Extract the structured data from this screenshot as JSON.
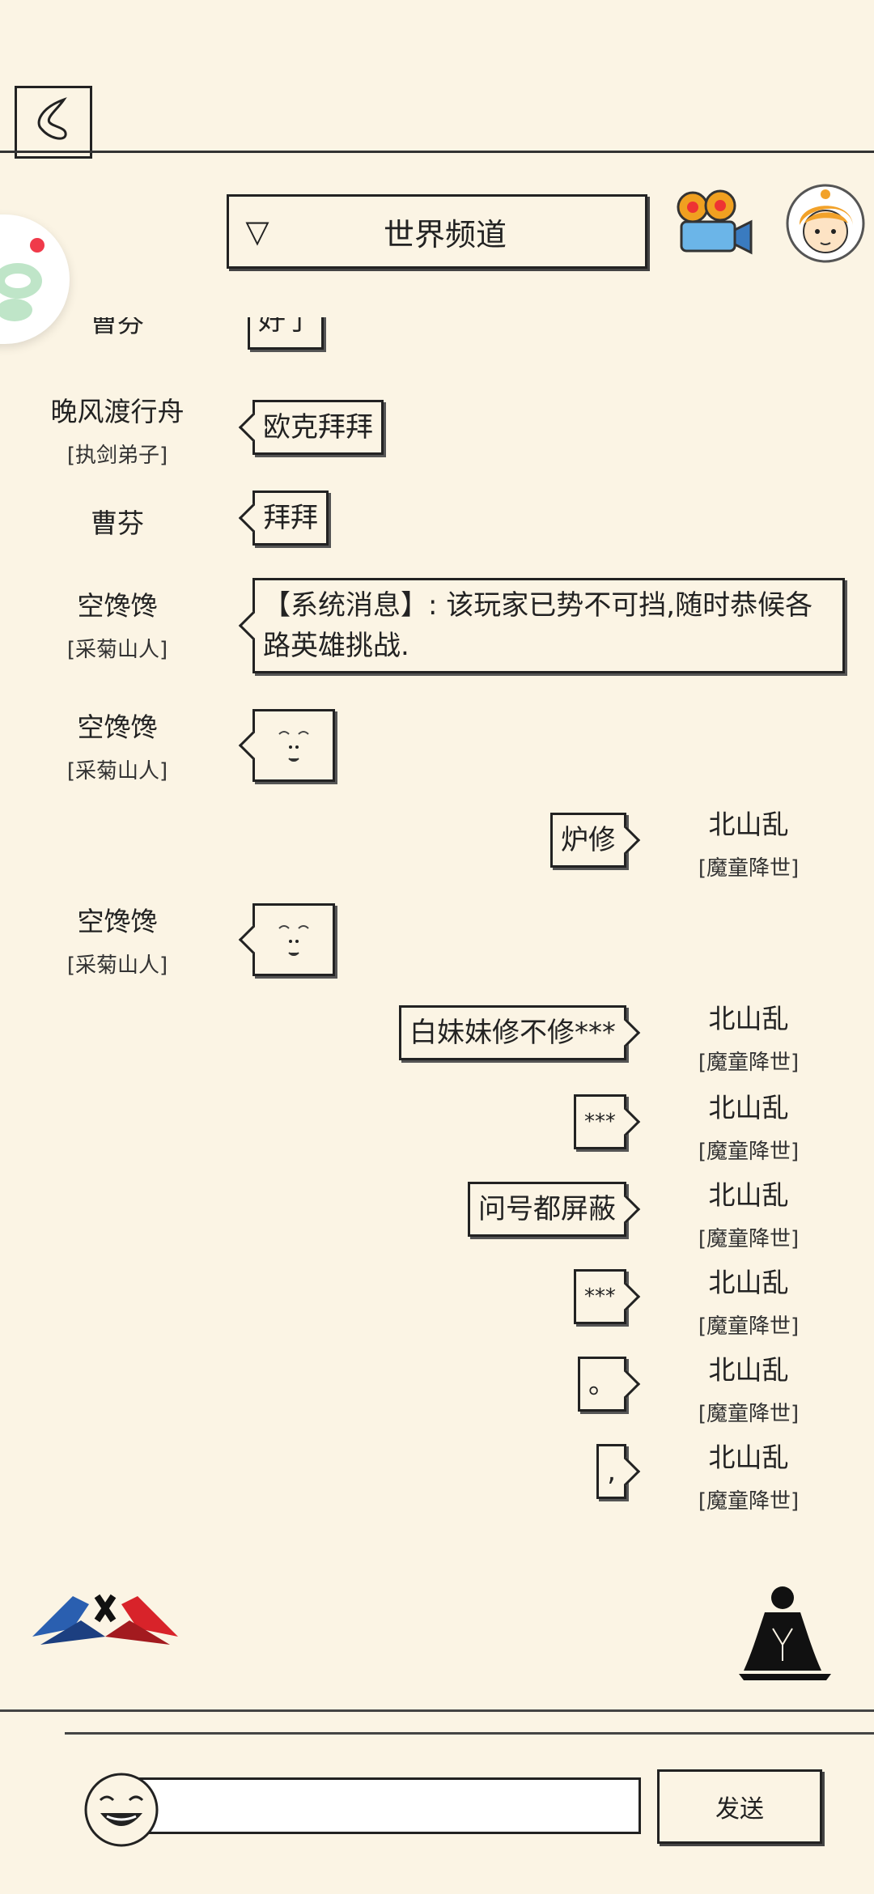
{
  "header": {
    "channel_title": "世界频道",
    "dropdown_glyph": "▽"
  },
  "messages": [
    {
      "side": "left",
      "name": "曹芬",
      "rank": "",
      "text": "好了",
      "partial": true
    },
    {
      "side": "left",
      "name": "晚风渡行舟",
      "rank": "[执剑弟子]",
      "text": "欧克拜拜"
    },
    {
      "side": "left",
      "name": "曹芬",
      "rank": "",
      "text": "拜拜"
    },
    {
      "side": "left",
      "name": "空馋馋",
      "rank": "[采菊山人]",
      "text": "【系统消息】: 该玩家已势不可挡,随时恭候各路英雄挑战."
    },
    {
      "side": "left",
      "name": "空馋馋",
      "rank": "[采菊山人]",
      "sticker": "face-sticker-icon"
    },
    {
      "side": "right",
      "name": "北山乱",
      "rank": "[魔童降世]",
      "text": "炉修"
    },
    {
      "side": "left",
      "name": "空馋馋",
      "rank": "[采菊山人]",
      "sticker": "face-sticker-icon"
    },
    {
      "side": "right",
      "name": "北山乱",
      "rank": "[魔童降世]",
      "text": "白妹妹修不修***"
    },
    {
      "side": "right",
      "name": "北山乱",
      "rank": "[魔童降世]",
      "text": "***"
    },
    {
      "side": "right",
      "name": "北山乱",
      "rank": "[魔童降世]",
      "text": "问号都屏蔽"
    },
    {
      "side": "right",
      "name": "北山乱",
      "rank": "[魔童降世]",
      "text": "***"
    },
    {
      "side": "right",
      "name": "北山乱",
      "rank": "[魔童降世]",
      "text": "。"
    },
    {
      "side": "right",
      "name": "北山乱",
      "rank": "[魔童降世]",
      "text": ","
    }
  ],
  "input": {
    "value": "",
    "placeholder": ""
  },
  "send_label": "发送",
  "colors": {
    "background": "#fbf4e4",
    "ink": "#222222"
  }
}
